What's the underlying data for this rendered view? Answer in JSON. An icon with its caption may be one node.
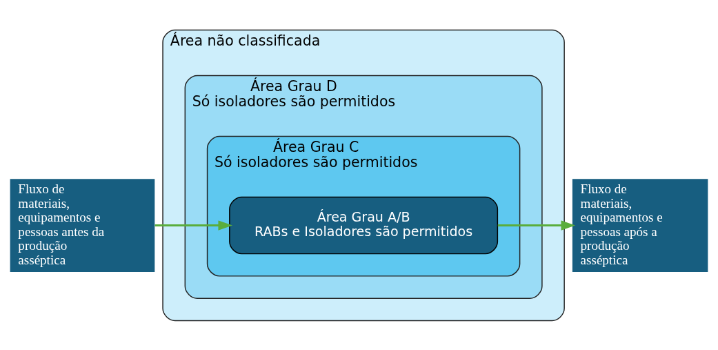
{
  "diagram": {
    "nodes": [
      {
        "text": [
          "Área não classificada"
        ]
      },
      {
        "text": [
          "Área Grau D",
          "Só isoladores são permitidos"
        ],
        "in": 0
      },
      {
        "text": [
          "Área Grau C",
          "Só isoladores são permitidos"
        ],
        "in": 1
      },
      {
        "text": [
          "Área Grau A/B",
          "RABs e Isoladores são permitidos"
        ],
        "in": 2
      },
      {
        "text": [
          "Fluxo de materiais, equipamentos e pessoas antes da produção asséptica"
        ]
      },
      {
        "text": [
          "Fluxo de materiais, equipamentos e pessoas após a produção asséptica"
        ]
      }
    ],
    "edges": [
      {
        "from": 4,
        "to": 3,
        "arrow": "to",
        "color": "#5aad3c"
      },
      {
        "from": 3,
        "to": 5,
        "arrow": "to",
        "color": "#5aad3c"
      }
    ]
  }
}
